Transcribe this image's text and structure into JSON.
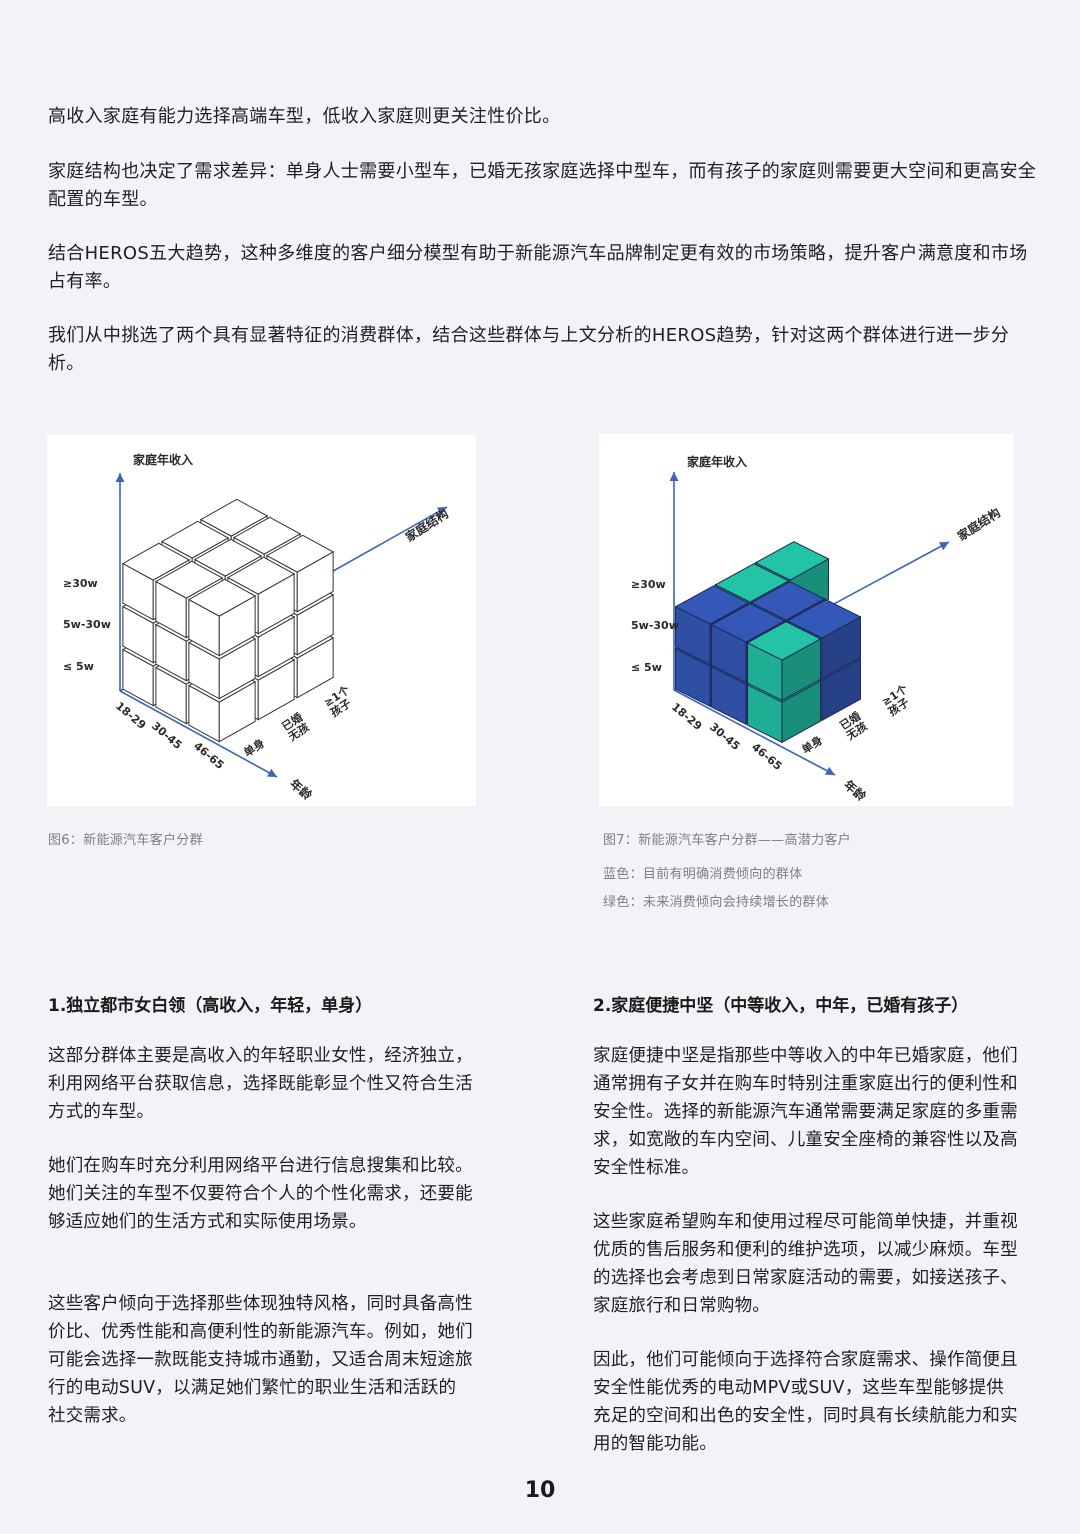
{
  "intro": {
    "p1": "高收入家庭有能力选择高端车型，低收入家庭则更关注性价比。",
    "p2": "家庭结构也决定了需求差异：单身人士需要小型车，已婚无孩家庭选择中型车，而有孩子的家庭则需要更大空间和更高安全配置的车型。",
    "p3": "结合HEROS五大趋势，这种多维度的客户细分模型有助于新能源汽车品牌制定更有效的市场策略，提升客户满意度和市场占有率。",
    "p4": "我们从中挑选了两个具有显著特征的消费群体，结合这些群体与上文分析的HEROS趋势，针对这两个群体进行进一步分析。"
  },
  "figures": {
    "axis_income": "家庭年收入",
    "axis_family": "家庭结构",
    "axis_age": "年龄",
    "income_levels": [
      "≥30w",
      "5w-30w",
      "≤ 5w"
    ],
    "age_groups": [
      "18-29",
      "30-45",
      "46-65"
    ],
    "family_types": [
      "单身",
      "已婚\n无孩",
      "≥1个\n孩子"
    ],
    "fig6_caption": "图6：新能源汽车客户分群",
    "fig7_caption": "图7：新能源汽车客户分群——高潜力客户",
    "fig7_note_blue": "蓝色：目前有明确消费倾向的群体",
    "fig7_note_green": "绿色：未来消费倾向会持续增长的群体",
    "colors": {
      "blue": "#2e4fa3",
      "green": "#1fae93",
      "axis": "#3a66b8"
    }
  },
  "section1": {
    "title": "1.独立都市女白领（高收入，年轻，单身）",
    "paragraphs": [
      "这部分群体主要是高收入的年轻职业女性，经济独立，利用网络平台获取信息，选择既能彰显个性又符合生活方式的车型。",
      "她们在购车时充分利用网络平台进行信息搜集和比较。她们关注的车型不仅要符合个人的个性化需求，还要能够适应她们的生活方式和实际使用场景。",
      "这些客户倾向于选择那些体现独特风格，同时具备高性价比、优秀性能和高便利性的新能源汽车。例如，她们可能会选择一款既能支持城市通勤，又适合周末短途旅行的电动SUV，以满足她们繁忙的职业生活和活跃的社交需求。"
    ]
  },
  "section2": {
    "title": "2.家庭便捷中坚（中等收入，中年，已婚有孩子）",
    "paragraphs": [
      "家庭便捷中坚是指那些中等收入的中年已婚家庭，他们通常拥有子女并在购车时特别注重家庭出行的便利性和安全性。选择的新能源汽车通常需要满足家庭的多重需求，如宽敞的车内空间、儿童安全座椅的兼容性以及高安全性标准。",
      "这些家庭希望购车和使用过程尽可能简单快捷，并重视优质的售后服务和便利的维护选项，以减少麻烦。车型的选择也会考虑到日常家庭活动的需要，如接送孩子、家庭旅行和日常购物。",
      "因此，他们可能倾向于选择符合家庭需求、操作简便且安全性能优秀的电动MPV或SUV，这些车型能够提供充足的空间和出色的安全性，同时具有长续航能力和实用的智能功能。"
    ]
  },
  "page_number": "10"
}
